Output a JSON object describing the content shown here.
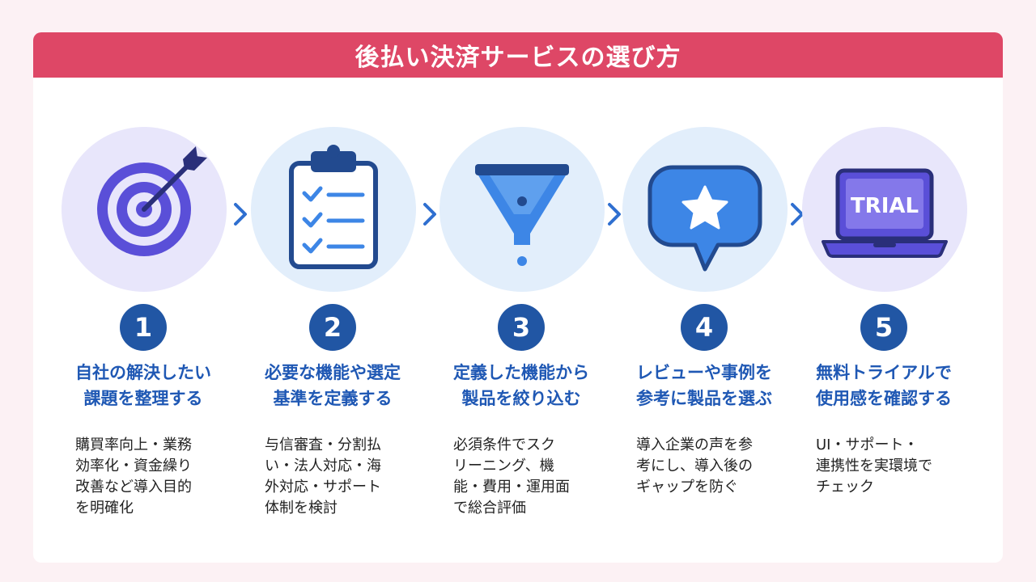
{
  "header": {
    "title": "後払い決済サービスの選び方"
  },
  "steps": [
    {
      "number": "1",
      "icon": "target-icon",
      "title": [
        "自社の解決したい",
        "課題を整理する"
      ],
      "description": [
        "購買率向上・業務",
        "効率化・資金繰り",
        "改善など導入目的",
        "を明確化"
      ]
    },
    {
      "number": "2",
      "icon": "clipboard-checklist-icon",
      "title": [
        "必要な機能や選定",
        "基準を定義する"
      ],
      "description": [
        "与信審査・分割払",
        "い・法人対応・海",
        "外対応・サポート",
        "体制を検討"
      ]
    },
    {
      "number": "3",
      "icon": "funnel-icon",
      "title": [
        "定義した機能から",
        "製品を絞り込む"
      ],
      "description": [
        "必須条件でスク",
        "リーニング、機",
        "能・費用・運用面",
        "で総合評価"
      ]
    },
    {
      "number": "4",
      "icon": "star-chat-bubble-icon",
      "title": [
        "レビューや事例を",
        "参考に製品を選ぶ"
      ],
      "description": [
        "導入企業の声を参",
        "考にし、導入後の",
        "ギャップを防ぐ"
      ]
    },
    {
      "number": "5",
      "icon": "laptop-trial-icon",
      "icon_text": "TRIAL",
      "title": [
        "無料トライアルで",
        "使用感を確認する"
      ],
      "description": [
        "UI・サポート・",
        "連携性を実環境で",
        "チェック"
      ]
    }
  ],
  "colors": {
    "header": "#de4766",
    "number_badge": "#2156a4",
    "title_text": "#1f58b4",
    "icon_blue": "#3d86e6",
    "icon_purple": "#5a4fd8"
  }
}
